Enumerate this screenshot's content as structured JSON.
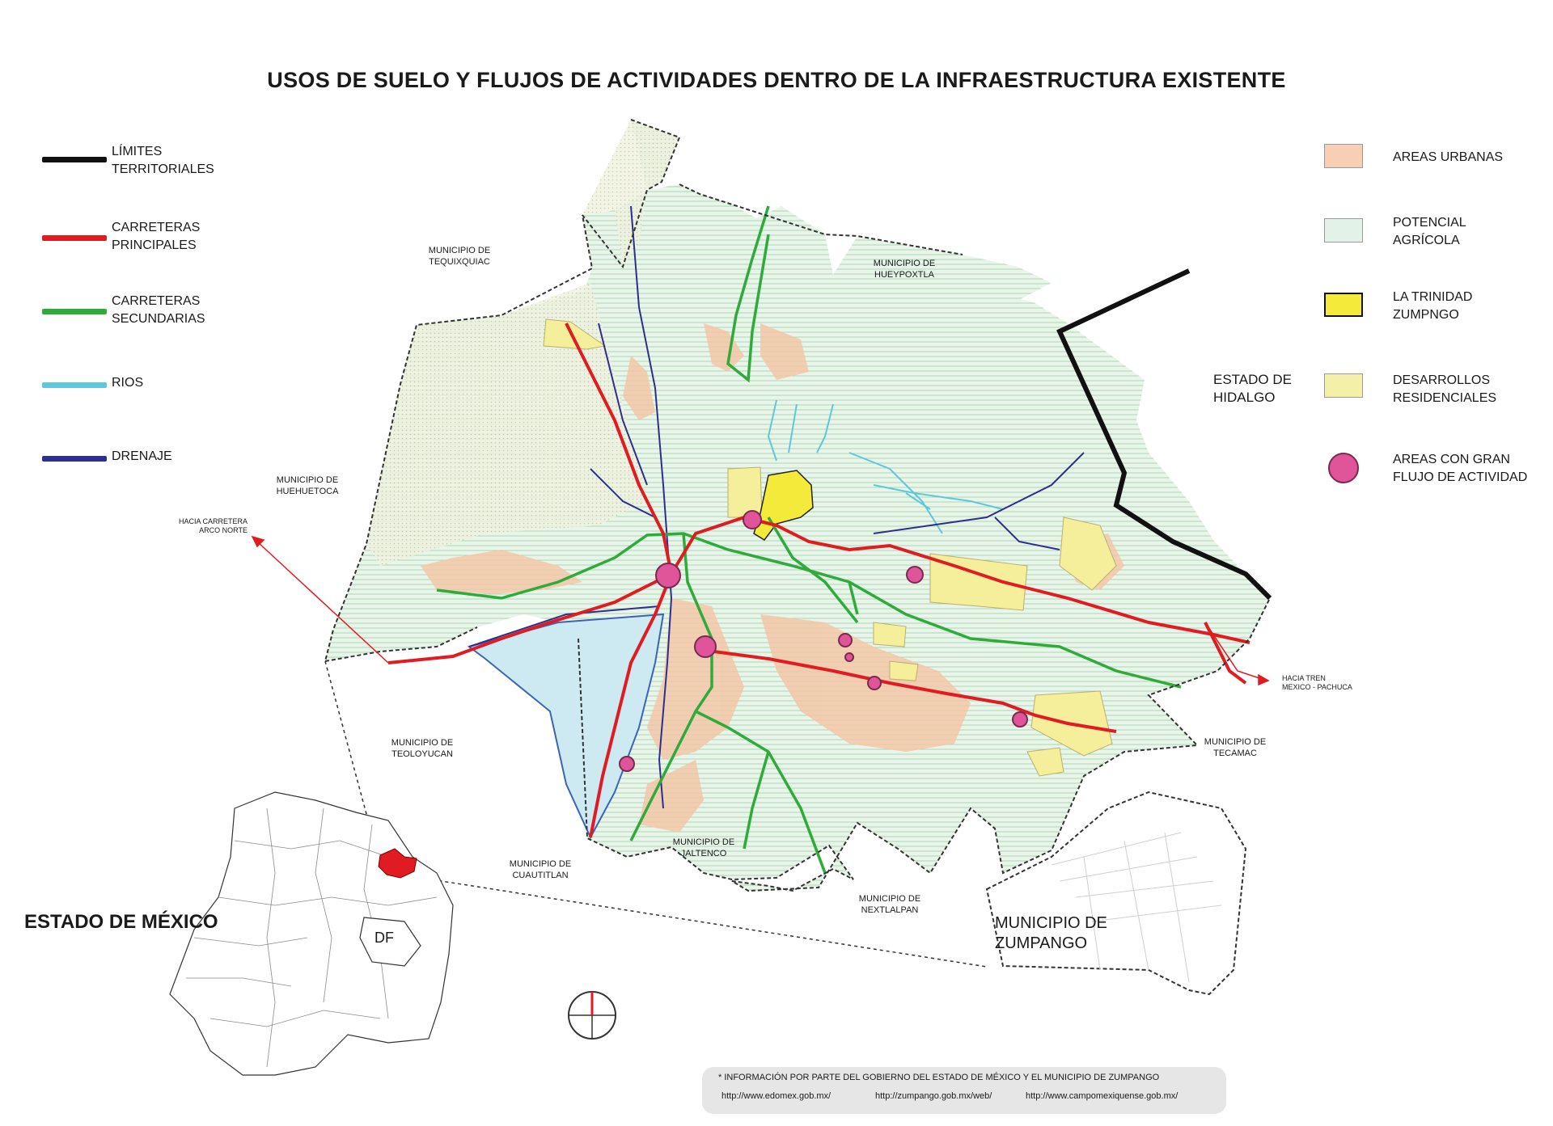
{
  "title": "USOS DE SUELO Y FLUJOS DE ACTIVIDADES DENTRO DE LA INFRAESTRUCTURA EXISTENTE",
  "legend_left": [
    {
      "label": "LÍMITES\nTERRITORIALES",
      "color": "#111111"
    },
    {
      "label": "CARRETERAS\nPRINCIPALES",
      "color": "#e11b22"
    },
    {
      "label": "CARRETERAS\nSECUNDARIAS",
      "color": "#2fab3c"
    },
    {
      "label": "RIOS",
      "color": "#5ec7dc"
    },
    {
      "label": "DRENAJE",
      "color": "#2c2f8e"
    }
  ],
  "legend_right": [
    {
      "label": "AREAS URBANAS",
      "color": "#f6cfb4"
    },
    {
      "label": "POTENCIAL\nAGRÍCOLA",
      "color": "#e3f2e8"
    },
    {
      "label": "LA TRINIDAD\nZUMPNGO",
      "color": "#f3ea3a"
    },
    {
      "label": "DESARROLLOS\nRESIDENCIALES",
      "color": "#f5f0a8"
    },
    {
      "label": "AREAS CON GRAN\nFLUJO DE ACTIVIDAD",
      "color": "#e0559a"
    }
  ],
  "map_labels": {
    "tequixquiac": "MUNICIPIO DE\nTEQUIXQUIAC",
    "hueypoxtla": "MUNICIPIO DE\nHUEYPOXTLA",
    "huehuetoca": "MUNICIPIO DE\nHUEHUETOCA",
    "teoloyucan": "MUNICIPIO DE\nTEOLOYUCAN",
    "cuautitlan": "MUNICIPIO DE\nCUAUTITLAN",
    "jaltenco": "MUNICIPIO DE\nJALTENCO",
    "nextlalpan": "MUNICIPIO DE\nNEXTLALPAN",
    "tecamac": "MUNICIPIO DE\nTECAMAC",
    "hidalgo": "ESTADO DE\nHIDALGO",
    "zumpango": "MUNICIPIO DE\nZUMPANGO",
    "arco_norte": "HACIA CARRETERA\nARCO NORTE",
    "tren": "HACIA TREN\nMEXICO - PACHUCA"
  },
  "inset": {
    "state_label": "ESTADO DE MÉXICO",
    "df_label": "DF"
  },
  "source_note": {
    "text": "* INFORMACIÓN POR PARTE DEL GOBIERNO DEL ESTADO DE MÉXICO Y EL MUNICIPIO DE ZUMPANGO",
    "urls": [
      "http://www.edomex.gob.mx/",
      "http://zumpango.gob.mx/web/",
      "http://www.campomexiquense.gob.mx/"
    ]
  }
}
